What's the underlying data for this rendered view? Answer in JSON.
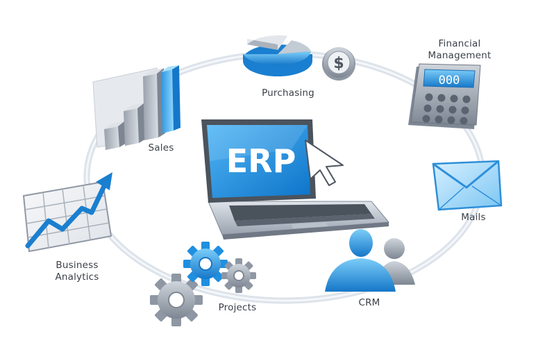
{
  "center": {
    "title": "ERP"
  },
  "calculator": {
    "display": "000"
  },
  "modules": {
    "purchasing": "Purchasing",
    "financial_line1": "Financial",
    "financial_line2": "Management",
    "mails": "Mails",
    "crm": "CRM",
    "projects": "Projects",
    "analytics_line1": "Business",
    "analytics_line2": "Analytics",
    "sales": "Sales"
  },
  "icons": {
    "purchasing": "pie-chart-dollar-icon",
    "financial": "calculator-icon",
    "mails": "envelope-icon",
    "crm": "users-icon",
    "projects": "gears-icon",
    "analytics": "trend-chart-icon",
    "sales": "bar-chart-icon",
    "center": "laptop-icon"
  },
  "colors": {
    "accent_blue": "#1f8fe0",
    "accent_light": "#6cc3f5",
    "metal_gray": "#8e97a3",
    "ring": "#dde3ea",
    "text": "#3a3f47"
  }
}
